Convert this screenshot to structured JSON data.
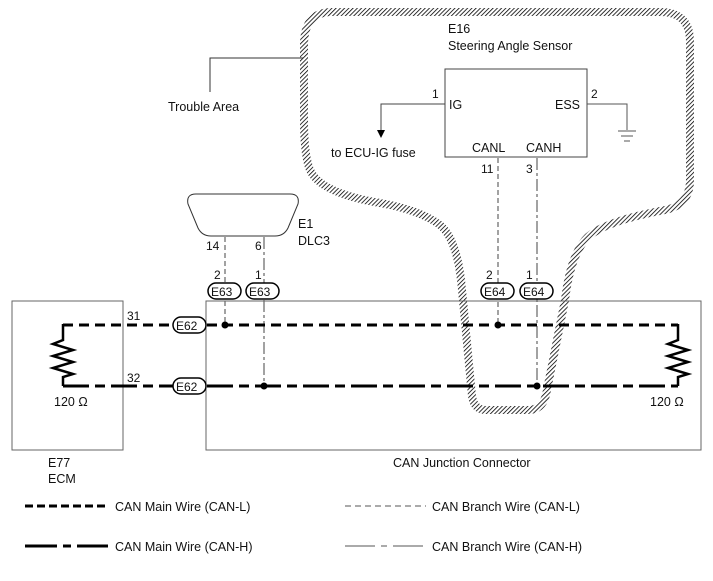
{
  "diagram": {
    "trouble_area_label": "Trouble Area",
    "steering_sensor": {
      "code": "E16",
      "name": "Steering Angle Sensor",
      "pins": {
        "ig_pin": "1",
        "ig_label": "IG",
        "ess_pin": "2",
        "ess_label": "ESS",
        "canl_label": "CANL",
        "canl_pin": "11",
        "canh_label": "CANH",
        "canh_pin": "3"
      },
      "ig_destination": "to ECU-IG fuse"
    },
    "dlc3": {
      "code": "E1",
      "name": "DLC3",
      "pin_canl": "14",
      "pin_canh": "6"
    },
    "connectors": {
      "e63_left": {
        "label": "E63",
        "pin": "2"
      },
      "e63_right": {
        "label": "E63",
        "pin": "1"
      },
      "e64_left": {
        "label": "E64",
        "pin": "2"
      },
      "e64_right": {
        "label": "E64",
        "pin": "1"
      },
      "e62_top": {
        "label": "E62",
        "pin": "31"
      },
      "e62_bottom": {
        "label": "E62",
        "pin": "32"
      }
    },
    "ecm": {
      "code": "E77",
      "name": "ECM",
      "resistor": "120 Ω"
    },
    "junction": {
      "name": "CAN Junction Connector",
      "resistor": "120 Ω"
    }
  },
  "legend": [
    {
      "label": "CAN Main Wire (CAN-L)",
      "style": "main-canl"
    },
    {
      "label": "CAN Branch Wire (CAN-L)",
      "style": "branch-canl"
    },
    {
      "label": "CAN Main Wire (CAN-H)",
      "style": "main-canh"
    },
    {
      "label": "CAN Branch Wire (CAN-H)",
      "style": "branch-canh"
    }
  ],
  "colors": {
    "wire": "#000000",
    "branch_wire": "#555555",
    "box_border": "#666666"
  }
}
